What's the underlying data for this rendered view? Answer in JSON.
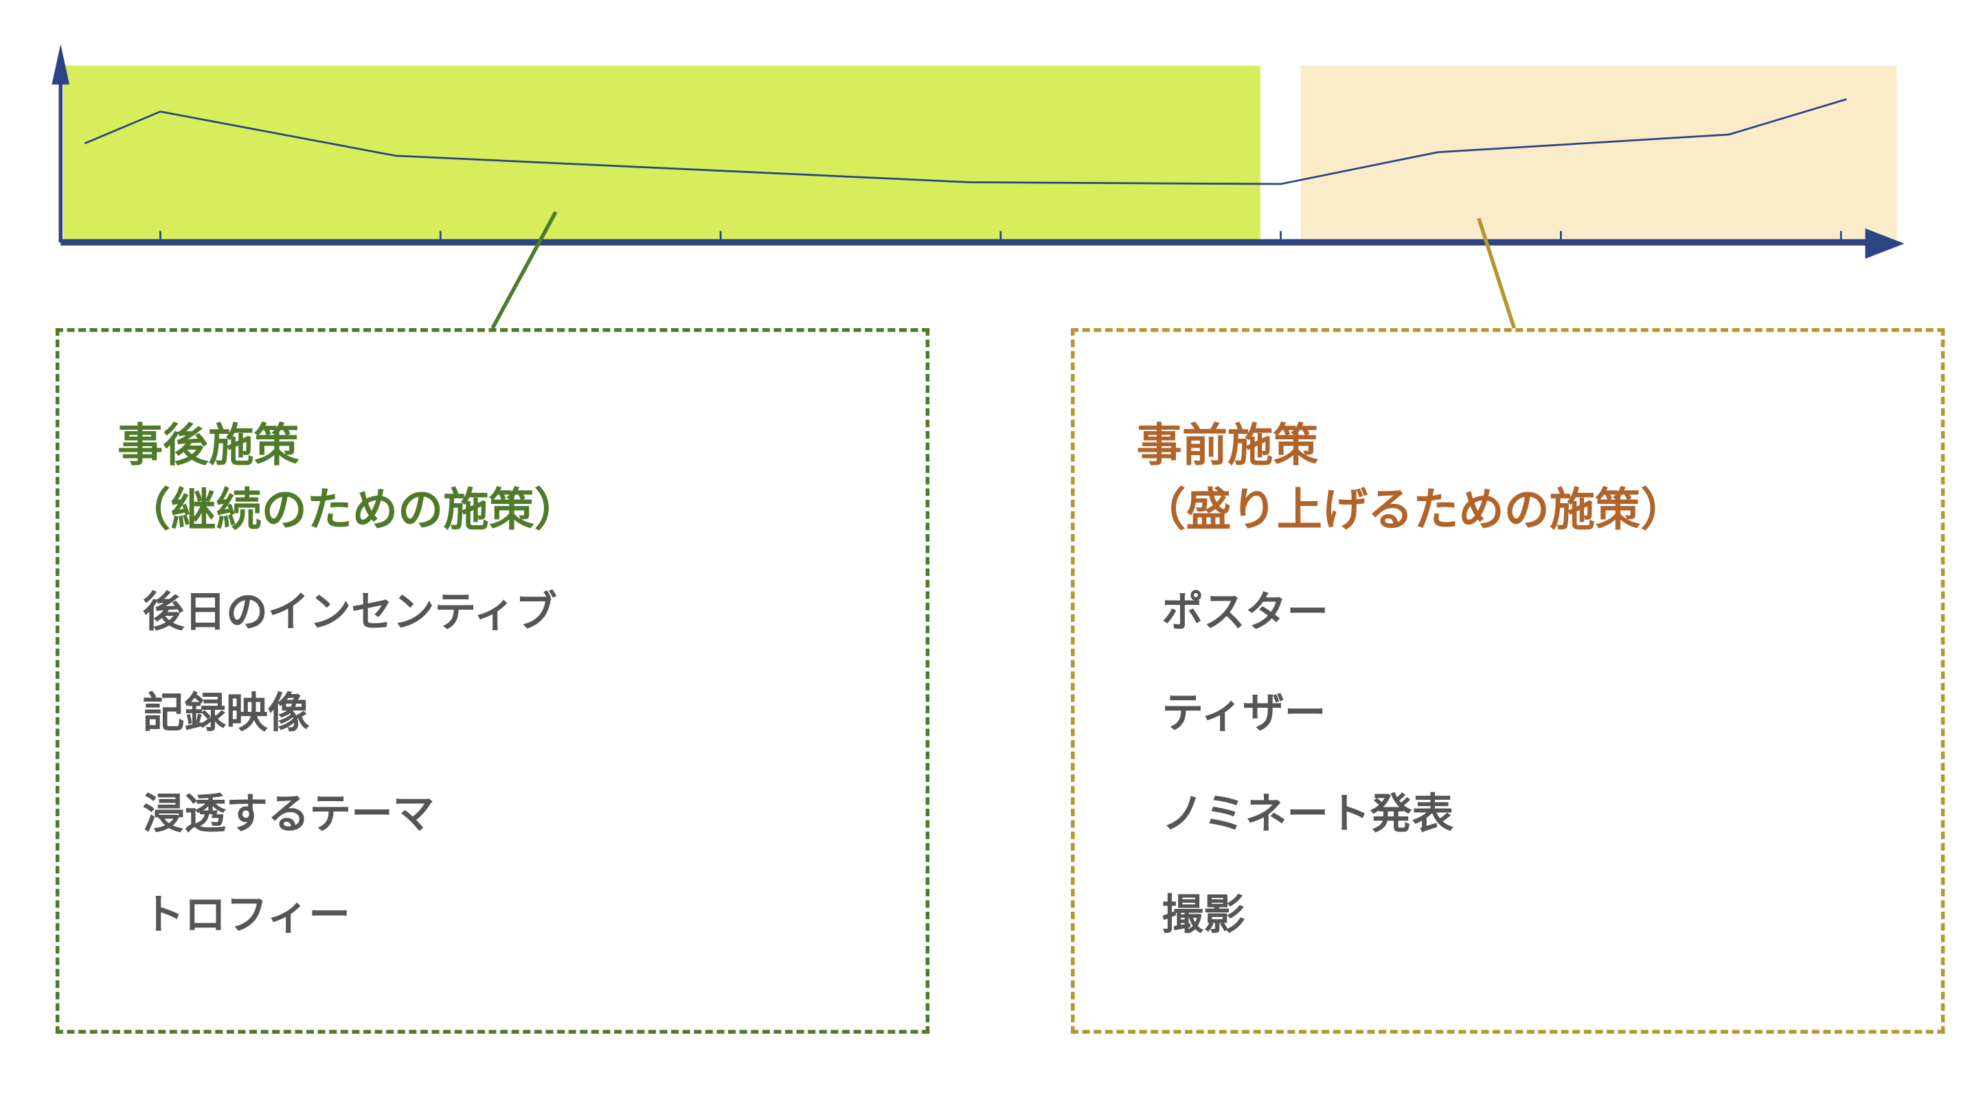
{
  "colors": {
    "axis": "#2c4384",
    "after_region": "#d7ed5b",
    "before_region": "#fbecc9",
    "after_accent": "#4e7a2a",
    "before_border": "#b8962e",
    "before_text": "#b0642a",
    "item_text": "#555555"
  },
  "chart_data": {
    "type": "line",
    "title": "",
    "xlabel": "",
    "ylabel": "",
    "tick_count": 7,
    "x": [
      -0.27,
      0,
      0.84,
      2.89,
      4.0,
      4.56,
      5.6,
      6.02
    ],
    "values": [
      56,
      74,
      49,
      34,
      33,
      51,
      61,
      81
    ],
    "ylim": [
      0,
      100
    ],
    "regions": [
      {
        "name": "after",
        "x_range": [
          -0.35,
          3.92
        ]
      },
      {
        "name": "before",
        "x_range": [
          4.07,
          6.2
        ]
      }
    ]
  },
  "after": {
    "title": "事後施策",
    "subtitle": "（継続のための施策）",
    "items": [
      "後日のインセンティブ",
      "記録映像",
      "浸透するテーマ",
      "トロフィー"
    ]
  },
  "before": {
    "title": "事前施策",
    "subtitle": "（盛り上げるための施策）",
    "items": [
      "ポスター",
      "ティザー",
      "ノミネート発表",
      "撮影"
    ]
  }
}
